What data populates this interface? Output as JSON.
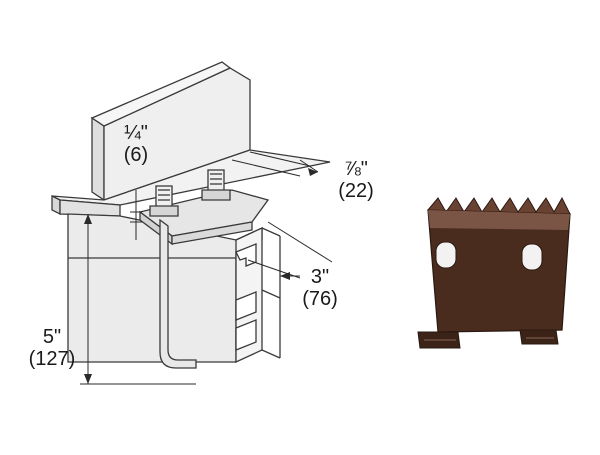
{
  "dimensions": {
    "gap": {
      "inches": "¼\"",
      "mm": "(6)"
    },
    "width": {
      "inches": "⅞\"",
      "mm": "(22)"
    },
    "depth": {
      "inches": "3\"",
      "mm": "(76)"
    },
    "height": {
      "inches": "5\"",
      "mm": "(127)"
    }
  },
  "colors": {
    "line": "#3a3a3a",
    "beam_fill": "#ececec",
    "channel_fill": "#eeeeee",
    "plate_fill": "#e6e6e6",
    "clip_dark": "#3b2318",
    "clip_mid": "#5a3626",
    "clip_light": "#7a5444",
    "slot_fill": "#f2f2f2"
  }
}
